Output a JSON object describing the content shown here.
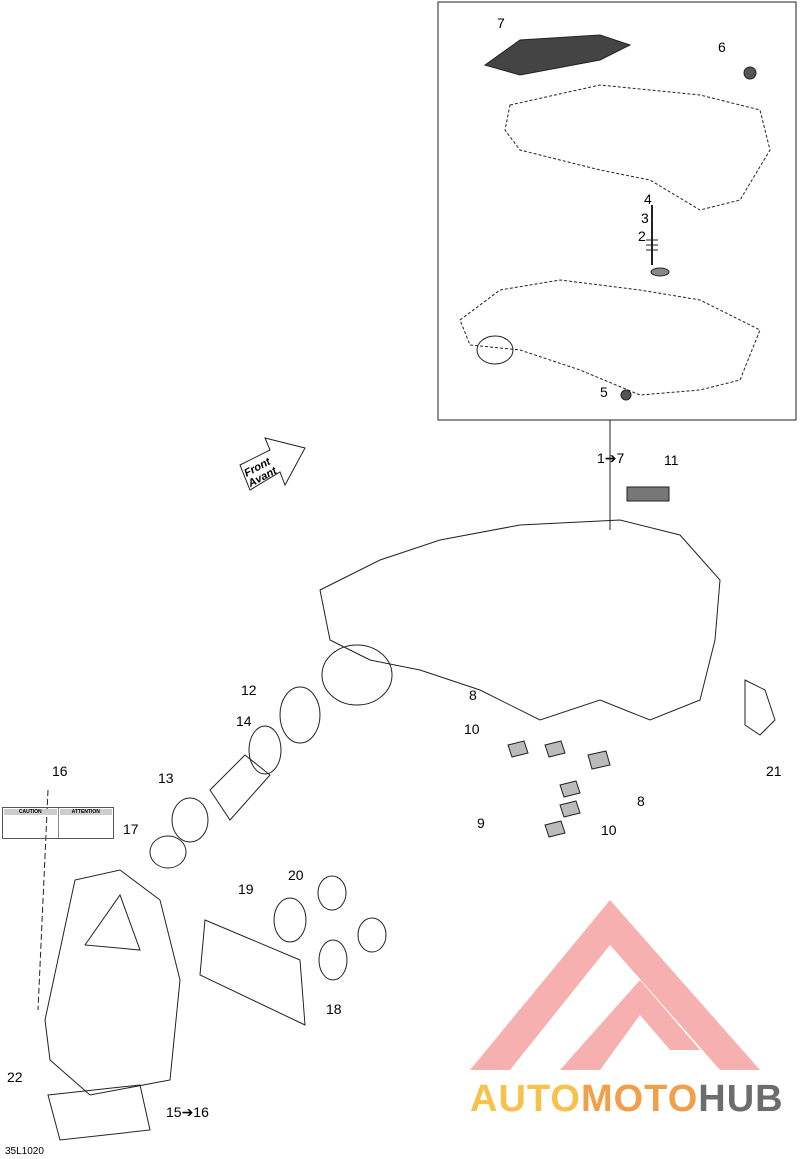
{
  "diagram": {
    "code": "35L1020",
    "front_arrow": {
      "line1": "Front",
      "line2": "Avant"
    },
    "caution_label": {
      "left_title": "CAUTION",
      "right_title": "ATTENTION"
    },
    "callouts": [
      "7",
      "6",
      "4",
      "3",
      "2",
      "5",
      "1➔7",
      "11",
      "12",
      "14",
      "8",
      "10",
      "13",
      "16",
      "17",
      "9",
      "8",
      "10",
      "21",
      "20",
      "19",
      "18",
      "22",
      "15➔16"
    ]
  },
  "watermark": {
    "part1": "AUTO",
    "part2": "MOTO",
    "part3": "HUB",
    "colors": {
      "auto": "#f7c24a",
      "moto": "#f0a04a",
      "hub": "#6d6d6d",
      "logo": "#f08080"
    }
  }
}
